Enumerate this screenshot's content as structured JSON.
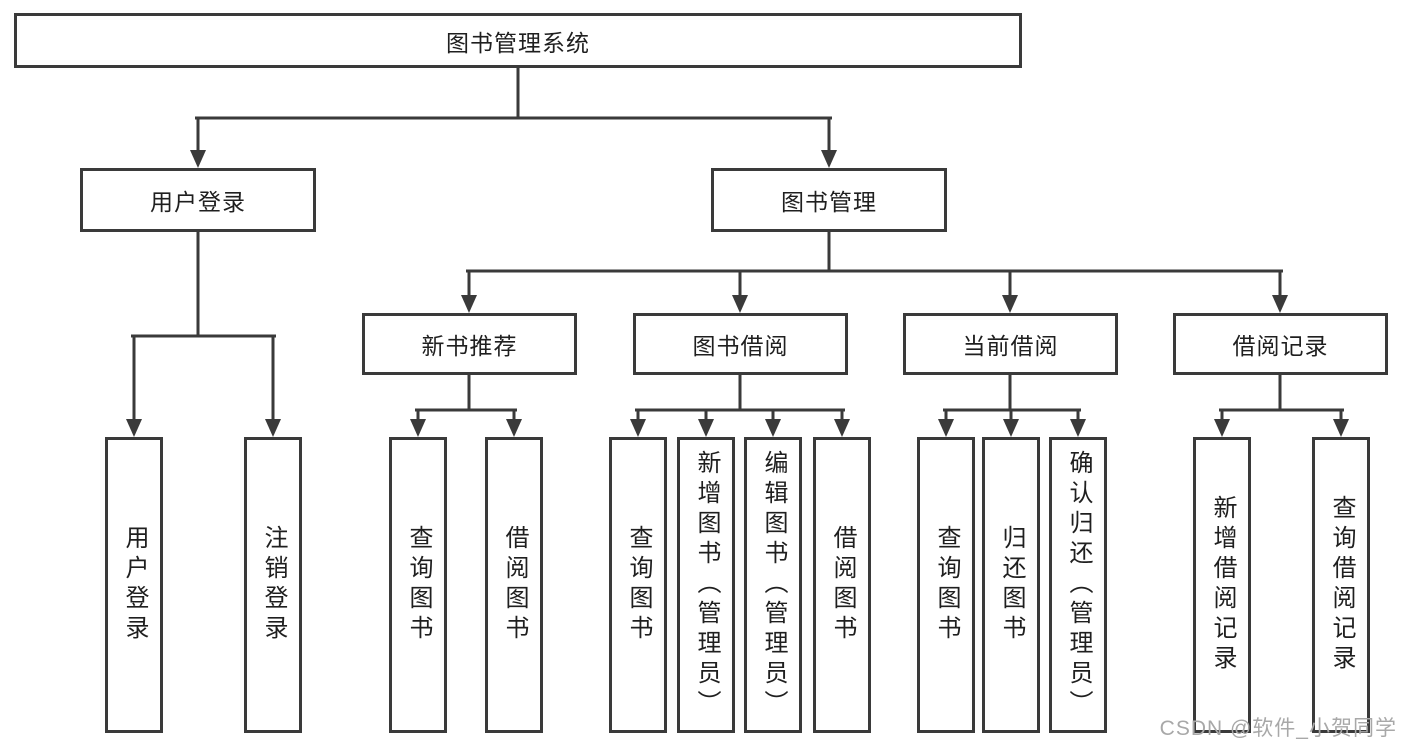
{
  "diagram_type": "hierarchy-tree",
  "tree": {
    "label": "图书管理系统",
    "children": [
      {
        "label": "用户登录",
        "children": [
          {
            "label": "用户登录"
          },
          {
            "label": "注销登录"
          }
        ]
      },
      {
        "label": "图书管理",
        "children": [
          {
            "label": "新书推荐",
            "children": [
              {
                "label": "查询图书"
              },
              {
                "label": "借阅图书"
              }
            ]
          },
          {
            "label": "图书借阅",
            "children": [
              {
                "label": "查询图书"
              },
              {
                "label": "新增图书（管理员）"
              },
              {
                "label": "编辑图书（管理员）"
              },
              {
                "label": "借阅图书"
              }
            ]
          },
          {
            "label": "当前借阅",
            "children": [
              {
                "label": "查询图书"
              },
              {
                "label": "归还图书"
              },
              {
                "label": "确认归还（管理员）"
              }
            ]
          },
          {
            "label": "借阅记录",
            "children": [
              {
                "label": "新增借阅记录"
              },
              {
                "label": "查询借阅记录"
              }
            ]
          }
        ]
      }
    ]
  },
  "watermark": {
    "text": "CSDN @软件_小贺同学"
  },
  "colors": {
    "background": "#ffffff",
    "line": "#3a3a3a",
    "box_border": "#3a3a3a",
    "text": "#1f1f1f",
    "watermark": "#a8a8a8"
  }
}
